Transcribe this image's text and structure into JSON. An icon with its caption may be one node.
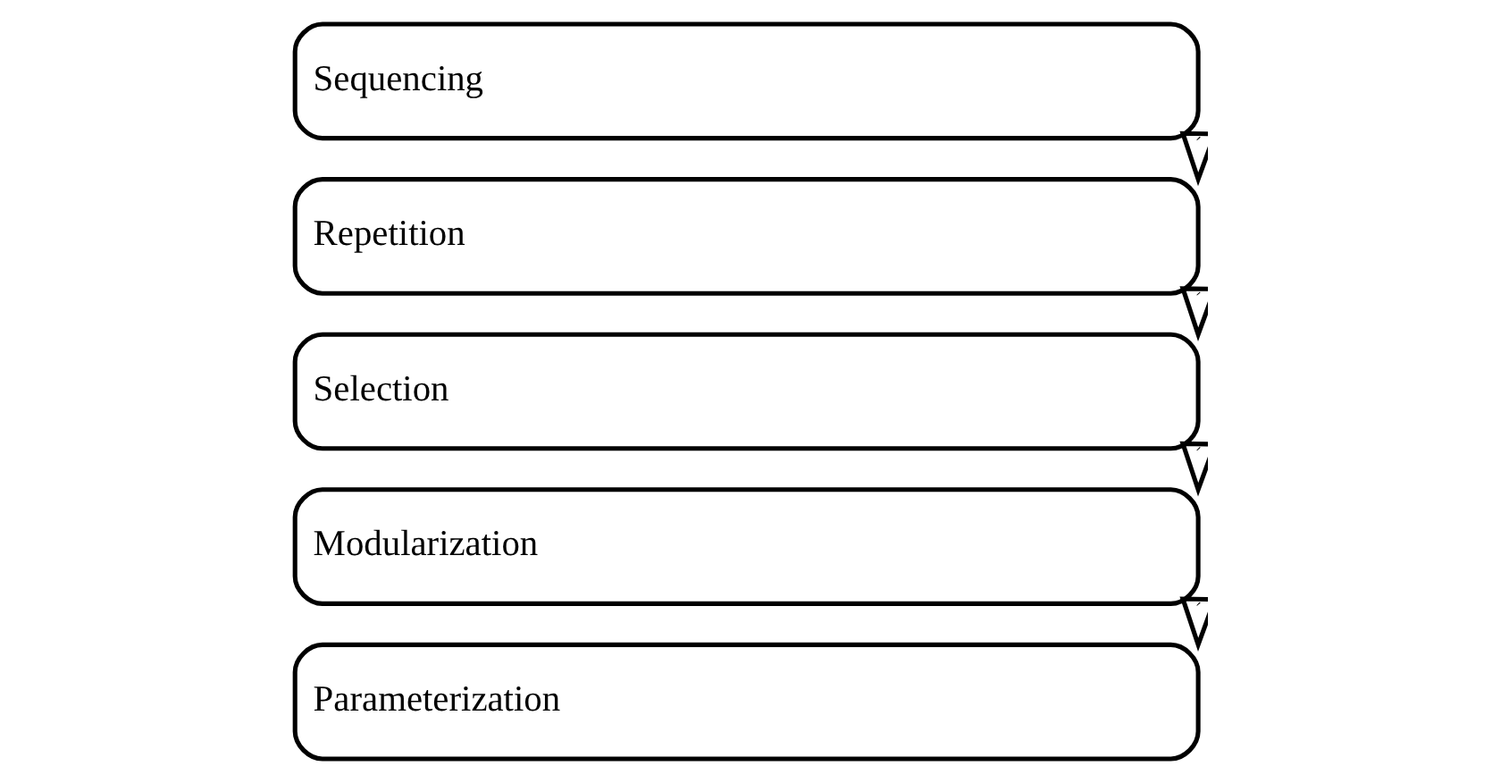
{
  "diagram": {
    "nodes": [
      {
        "text": [
          "Sequencing"
        ]
      },
      {
        "text": [
          "Repetition"
        ]
      },
      {
        "text": [
          "Selection"
        ]
      },
      {
        "text": [
          "Modularization"
        ]
      },
      {
        "text": [
          "Parameterization"
        ]
      }
    ],
    "edges": [
      {
        "from": 0,
        "to": 1,
        "arrow": "to"
      },
      {
        "from": 1,
        "to": 2,
        "arrow": "to"
      },
      {
        "from": 2,
        "to": 3,
        "arrow": "to"
      },
      {
        "from": 3,
        "to": 4,
        "arrow": "to"
      }
    ]
  }
}
